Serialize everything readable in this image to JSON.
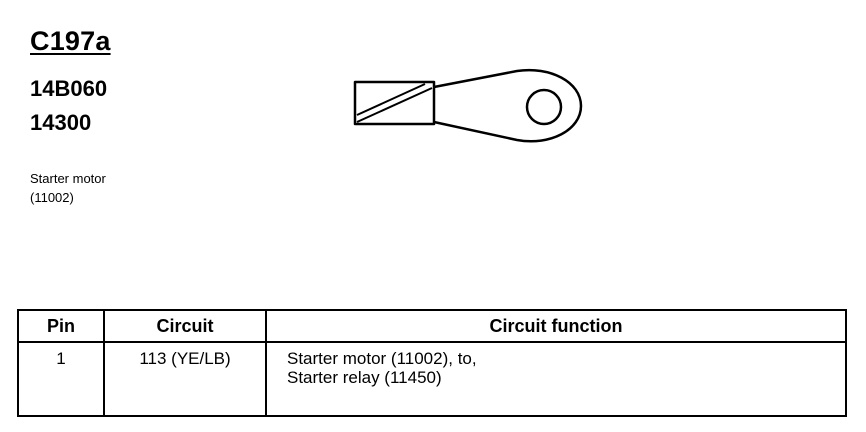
{
  "connector": {
    "id": "C197a",
    "part_numbers": [
      "14B060",
      "14300"
    ],
    "component_name": "Starter motor",
    "component_ref": "(11002)"
  },
  "terminal": {
    "icon": "ring-terminal-icon"
  },
  "pin_table": {
    "headers": {
      "pin": "Pin",
      "circuit": "Circuit",
      "function": "Circuit function"
    },
    "rows": [
      {
        "pin": "1",
        "circuit": "113 (YE/LB)",
        "function_lines": [
          "Starter motor (11002), to,",
          "Starter relay (11450)"
        ]
      }
    ]
  }
}
